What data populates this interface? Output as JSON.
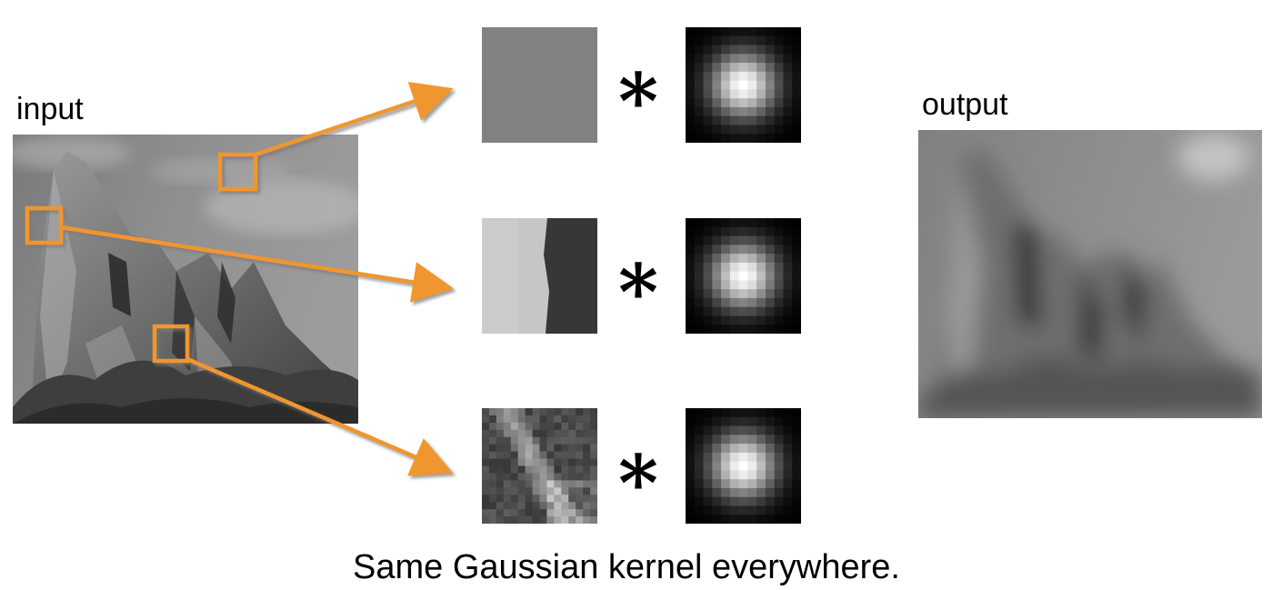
{
  "labels": {
    "input": "input",
    "output": "output",
    "caption": "Same Gaussian kernel everywhere."
  },
  "operator_symbol": "*",
  "colors": {
    "highlight": "#F0962E",
    "kernel_center": "#ffffff",
    "kernel_edge": "#000000"
  },
  "rows": [
    {
      "patch": "sky patch",
      "kernel": "Gaussian kernel"
    },
    {
      "patch": "rock edge patch",
      "kernel": "Gaussian kernel"
    },
    {
      "patch": "textured foliage patch",
      "kernel": "Gaussian kernel"
    }
  ]
}
